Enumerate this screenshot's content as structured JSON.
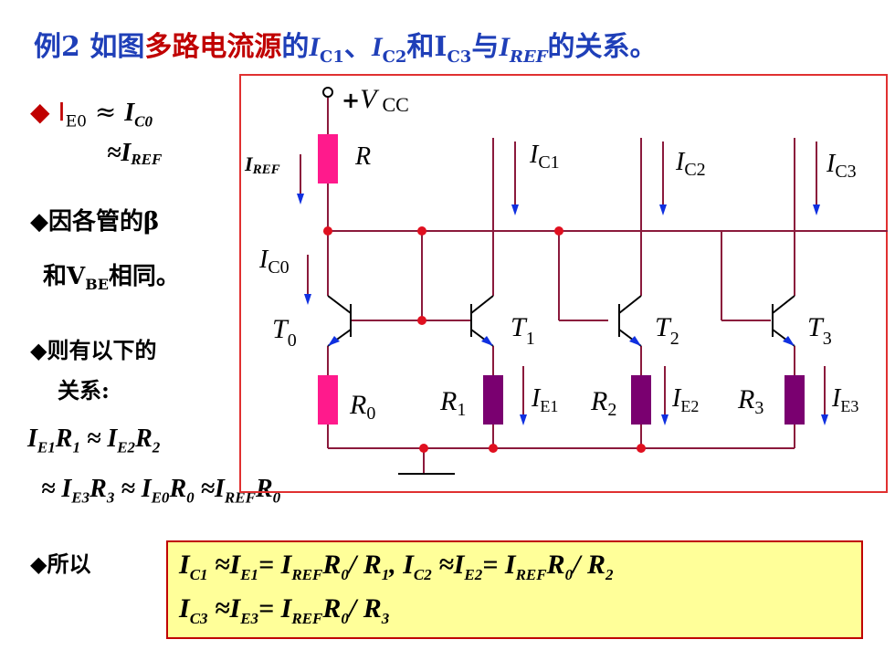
{
  "title": {
    "prefix": "例2 如图",
    "highlight": "多路电流源",
    "mid1": "的",
    "ic1": "I",
    "ic1_sub": "C1",
    "sep1": "、",
    "ic2": "I",
    "ic2_sub": "C2",
    "and": "和",
    "ic3": "I",
    "ic3_sub": "C3",
    "with": "与",
    "iref": "I",
    "iref_sub": "REF",
    "suffix": "的关系。"
  },
  "bullets": {
    "b1_line1": "◆ I",
    "b1_line1_sub": "E0",
    "b1_approx": " ≈ ",
    "b1_ic0": "I",
    "b1_ic0_sub": "C0",
    "b1_line2_approx": "≈",
    "b1_line2_i": "I",
    "b1_line2_sub": "REF",
    "b2_line1": "◆因各管的β",
    "b2_line2_a": "和V",
    "b2_line2_sub": "BE",
    "b2_line2_b": "相同。",
    "b3_line1": "◆则有以下的",
    "b3_line2": "关系:",
    "b4": "◆所以"
  },
  "relations": {
    "line1": [
      {
        "t": "I",
        "s": "E1"
      },
      {
        "t": "R",
        "s": "1"
      },
      {
        "t": " ≈ "
      },
      {
        "t": "I",
        "s": "E2"
      },
      {
        "t": "R",
        "s": "2"
      }
    ],
    "line2": [
      {
        "t": "≈ "
      },
      {
        "t": "I",
        "s": "E3"
      },
      {
        "t": "R",
        "s": "3"
      },
      {
        "t": " ≈ "
      },
      {
        "t": "I",
        "s": "E0"
      },
      {
        "t": "R",
        "s": "0"
      },
      {
        "t": " ≈"
      },
      {
        "t": "I",
        "s": "REF"
      },
      {
        "t": "R",
        "s": "0"
      }
    ]
  },
  "result": {
    "line1": [
      {
        "t": "I",
        "s": "C1"
      },
      {
        "t": "  ≈"
      },
      {
        "t": "I",
        "s": "E1"
      },
      {
        "t": "= "
      },
      {
        "t": "I",
        "s": "REF"
      },
      {
        "t": "R",
        "s": "0"
      },
      {
        "t": "/ "
      },
      {
        "t": "R",
        "s": "1"
      },
      {
        "t": ",  "
      },
      {
        "t": "I",
        "s": "C2"
      },
      {
        "t": "  ≈"
      },
      {
        "t": "I",
        "s": "E2"
      },
      {
        "t": "= "
      },
      {
        "t": "I",
        "s": "REF"
      },
      {
        "t": "R",
        "s": "0"
      },
      {
        "t": "/ "
      },
      {
        "t": "R",
        "s": "2"
      }
    ],
    "line2": [
      {
        "t": "I",
        "s": "C3"
      },
      {
        "t": "  ≈"
      },
      {
        "t": "I",
        "s": "E3"
      },
      {
        "t": "= "
      },
      {
        "t": "I",
        "s": "REF"
      },
      {
        "t": "R",
        "s": "0"
      },
      {
        "t": "/ "
      },
      {
        "t": "R",
        "s": "3"
      }
    ]
  },
  "circuit": {
    "vcc_plus": "+",
    "vcc_v": "V",
    "vcc_sub": "CC",
    "R": "R",
    "iref_i": "I",
    "iref_sub": "REF",
    "ic1_i": "I",
    "ic1_sub": "C1",
    "ic2_i": "I",
    "ic2_sub": "C2",
    "ic3_i": "I",
    "ic3_sub": "C3",
    "ic0_i": "I",
    "ic0_sub": "C0",
    "t0": "T",
    "t0_sub": "0",
    "t1": "T",
    "t1_sub": "1",
    "t2": "T",
    "t2_sub": "2",
    "t3": "T",
    "t3_sub": "3",
    "r0": "R",
    "r0_sub": "0",
    "r1": "R",
    "r1_sub": "1",
    "r2": "R",
    "r2_sub": "2",
    "r3": "R",
    "r3_sub": "3",
    "ie1_i": "I",
    "ie1_sub": "E1",
    "ie2_i": "I",
    "ie2_sub": "E2",
    "ie3_i": "I",
    "ie3_sub": "E3"
  },
  "colors": {
    "title_blue": "#1f3fb8",
    "highlight_red": "#c00000",
    "wire": "#8b1a3c",
    "res_pink": "#ff1a8c",
    "res_purple": "#7a0070",
    "arrow_blue": "#1030e0",
    "node_red": "#e01020",
    "box_border": "#e03030",
    "result_bg": "#ffff99"
  }
}
